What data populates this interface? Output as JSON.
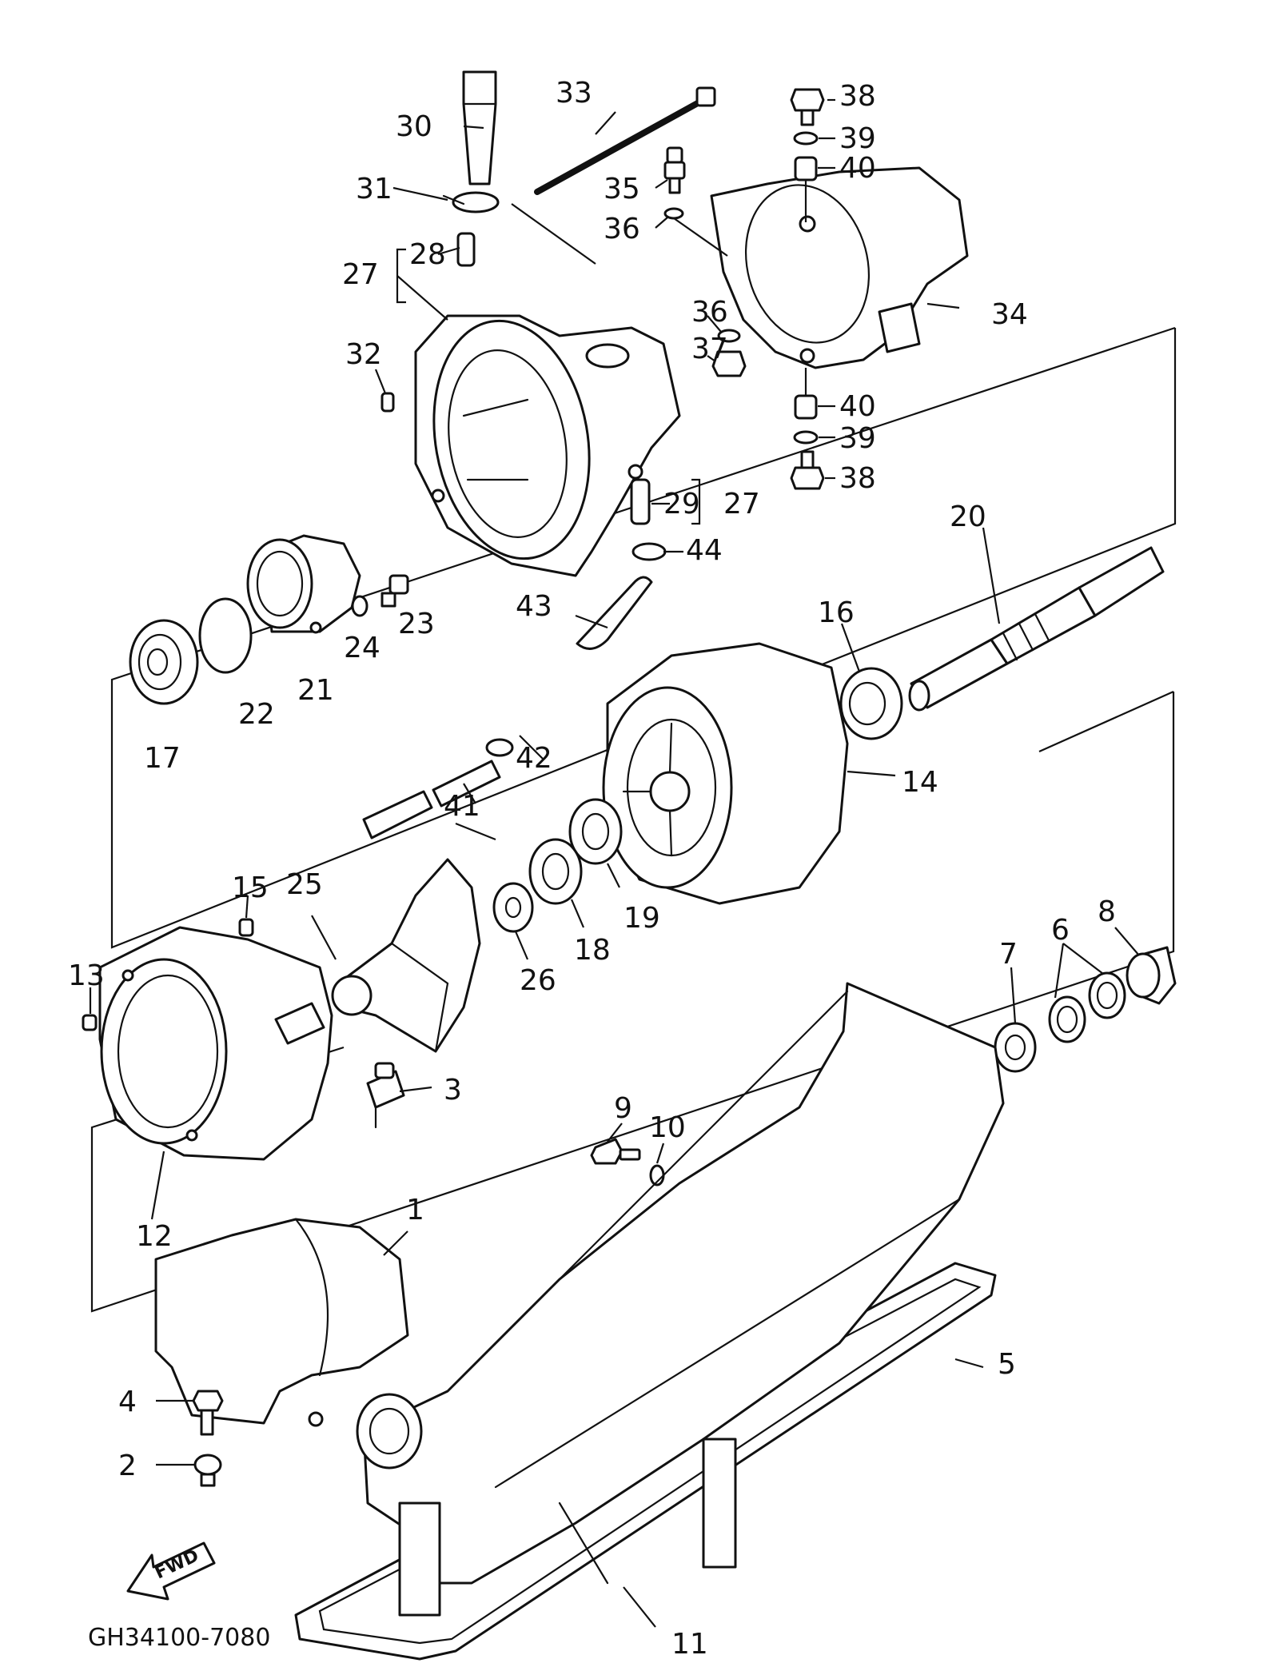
{
  "diagram": {
    "drawing_code": "GH34100-7080",
    "direction_arrow_label": "FWD",
    "callouts": [
      "1",
      "2",
      "3",
      "4",
      "5",
      "6",
      "7",
      "8",
      "9",
      "10",
      "11",
      "12",
      "13",
      "14",
      "15",
      "16",
      "17",
      "18",
      "19",
      "20",
      "21",
      "22",
      "23",
      "24",
      "25",
      "26",
      "27",
      "28",
      "29",
      "30",
      "31",
      "32",
      "33",
      "34",
      "35",
      "36",
      "37",
      "38",
      "39",
      "40",
      "41",
      "42",
      "43",
      "44"
    ]
  },
  "colors": {
    "line": "#111111",
    "background": "#ffffff"
  }
}
